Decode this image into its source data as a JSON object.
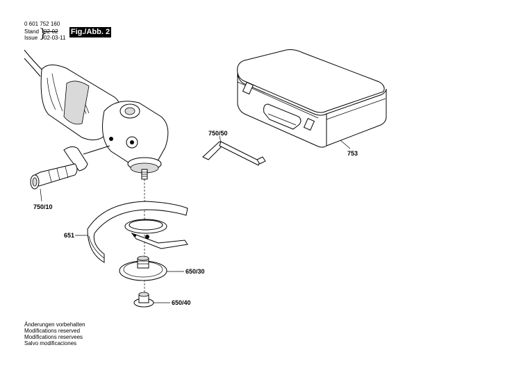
{
  "header": {
    "doc_number": "0 601 752 160",
    "stand_label": "Stand",
    "stand_old": "02-02",
    "issue_label": "Issue",
    "issue_date": "02-03-11",
    "figure_badge": "Fig./Abb. 2"
  },
  "parts": {
    "p750_10": "750/10",
    "p651": "651",
    "p650_30": "650/30",
    "p650_40": "650/40",
    "p750_50": "750/50",
    "p753": "753"
  },
  "footer": {
    "lines": [
      "Änderungen vorbehalten",
      "Modifications reserved",
      "Modifications reservees",
      "Salvo modificaciones"
    ]
  }
}
